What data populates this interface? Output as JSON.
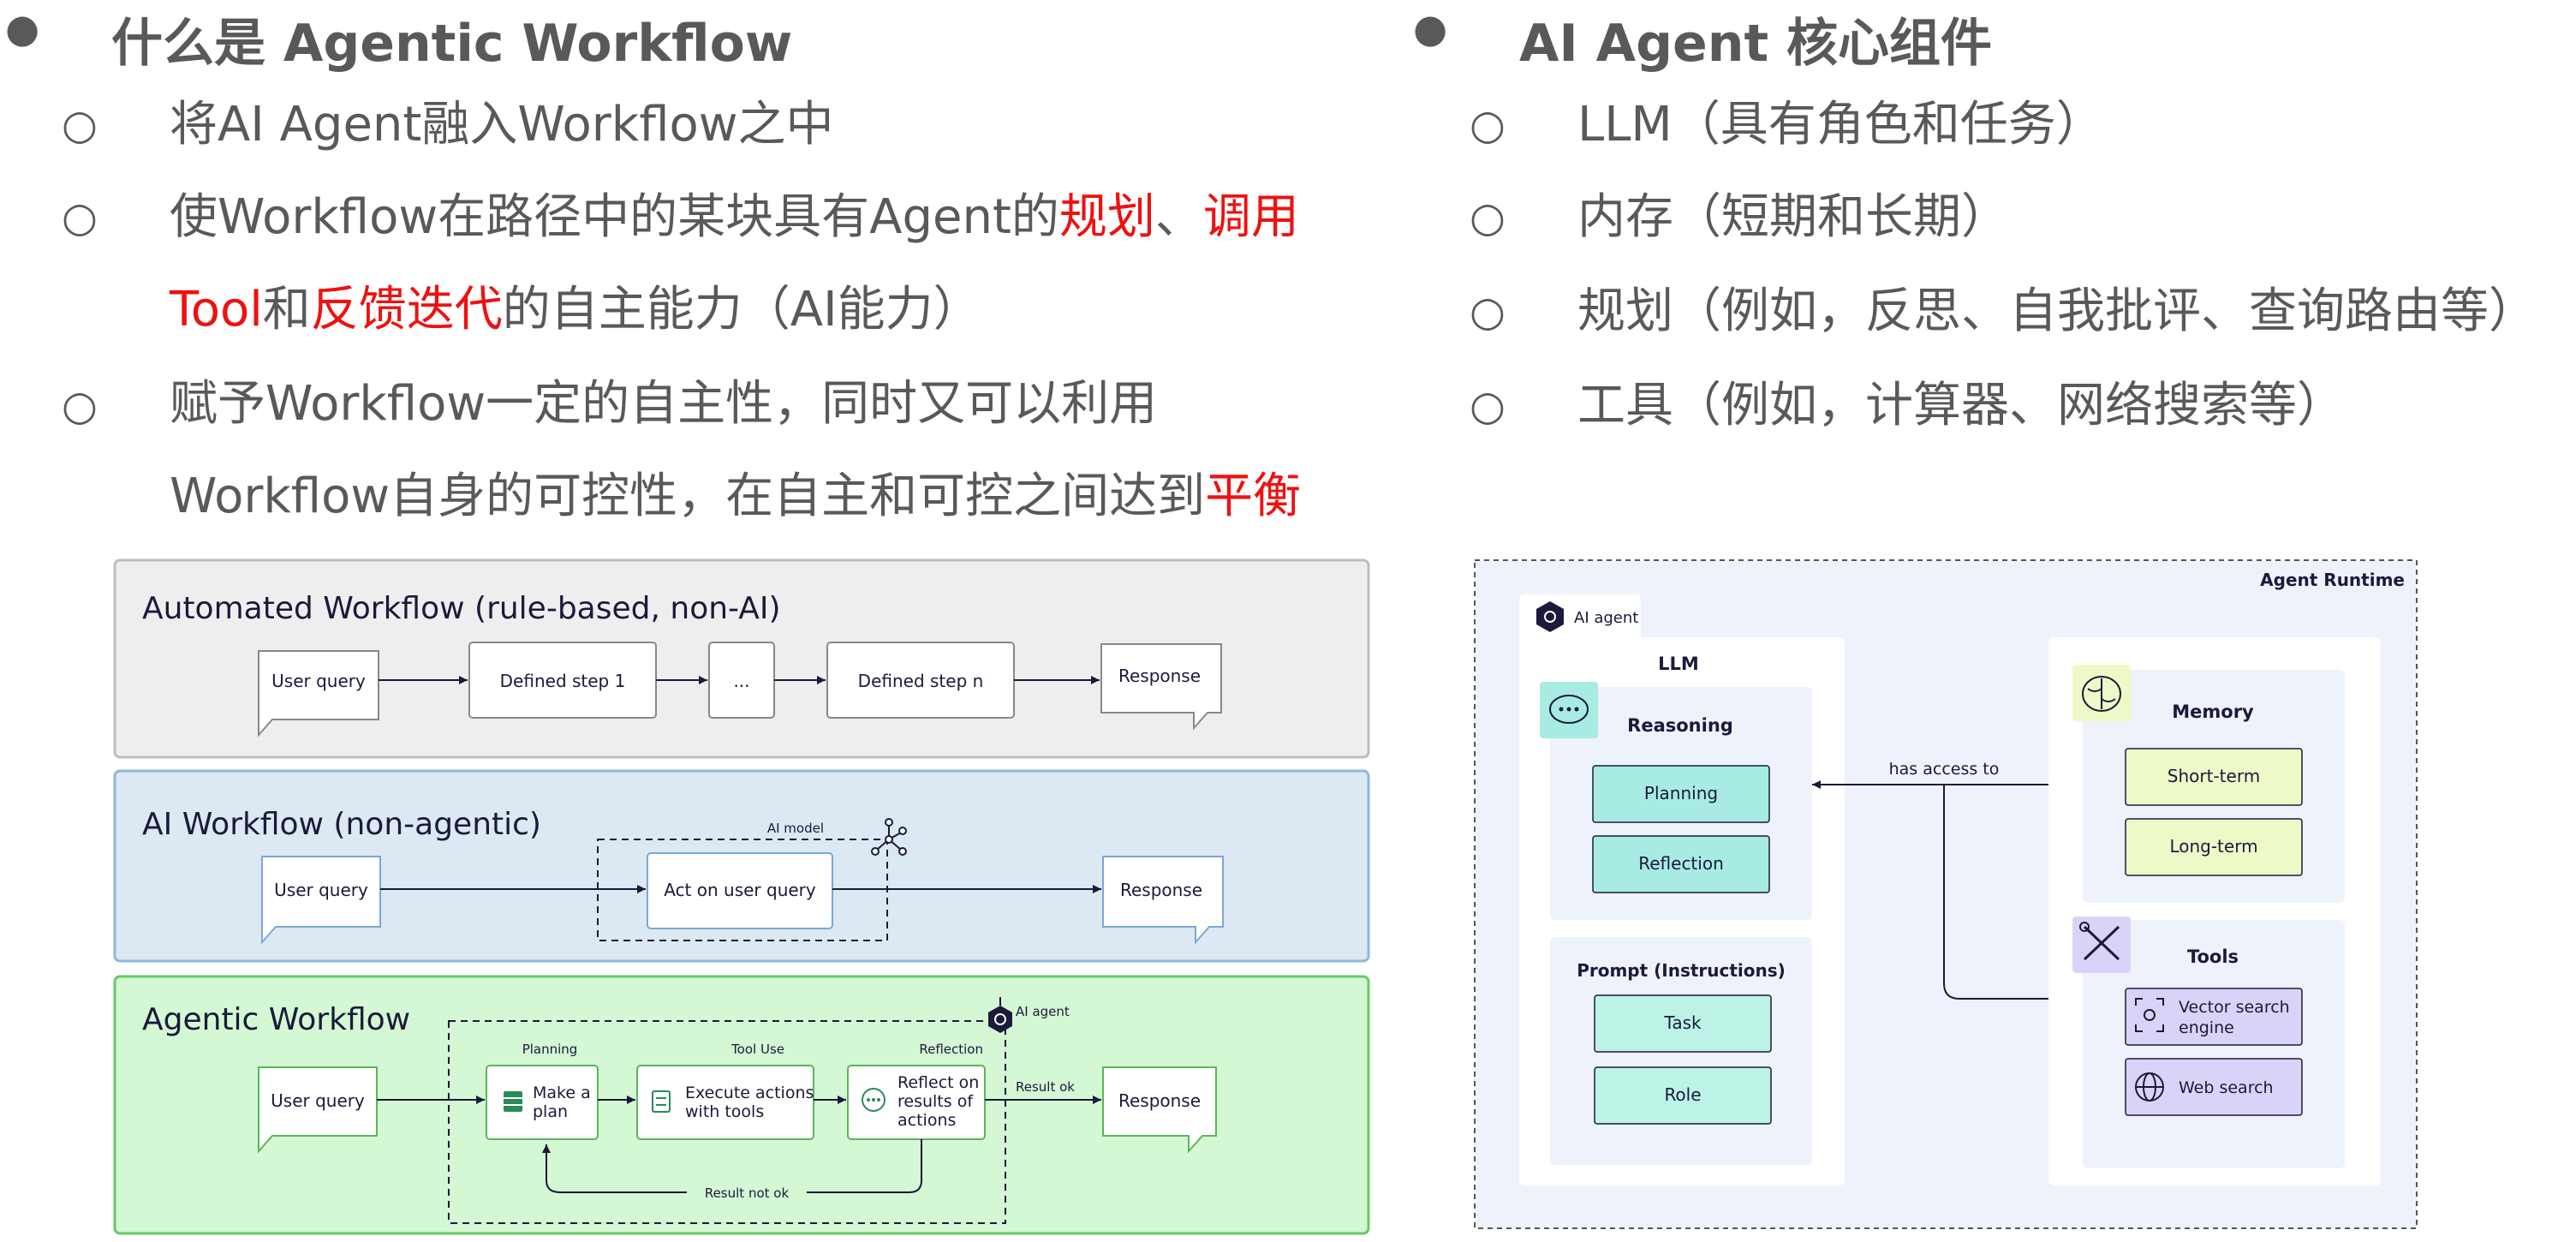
{
  "left": {
    "heading_prefix": "什么是",
    "heading_en": "Agentic Workflow",
    "items": [
      {
        "text": "将AI Agent融入Workflow之中"
      },
      {
        "line1_a": "使Workflow在路径中的某块具有Agent的",
        "line1_r1": "规划",
        "line1_sep": "、",
        "line1_r2": "调用",
        "line2_r3": "Tool",
        "line2_b": "和",
        "line2_r4": "反馈迭代",
        "line2_c": "的自主能力（AI能力）"
      },
      {
        "line1": "赋予Workflow一定的自主性，同时又可以利用",
        "line2_a": "Workflow自身的可控性，在自主和可控之间达到",
        "line2_r": "平衡"
      }
    ]
  },
  "right": {
    "heading_en": "AI Agent",
    "heading_cn": "核心组件",
    "items": [
      "LLM（具有角色和任务）",
      "内存（短期和长期）",
      "规划（例如，反思、自我批评、查询路由等）",
      "工具（例如，计算器、网络搜索等）"
    ]
  },
  "left_diagram": {
    "automated": {
      "title": "Automated Workflow (rule-based, non-AI)",
      "user_query": "User query",
      "step1": "Defined step 1",
      "ellipsis": "...",
      "stepn": "Defined step n",
      "response": "Response"
    },
    "ai_workflow": {
      "title": "AI Workflow (non-agentic)",
      "user_query": "User query",
      "act": "Act on user query",
      "model_label": "AI model",
      "response": "Response"
    },
    "agentic": {
      "title": "Agentic Workflow",
      "user_query": "User query",
      "planning_label": "Planning",
      "make_plan_1": "Make a",
      "make_plan_2": "plan",
      "tooluse_label": "Tool Use",
      "execute_1": "Execute actions",
      "execute_2": "with tools",
      "reflection_label": "Reflection",
      "reflect_1": "Reflect on",
      "reflect_2": "results of",
      "reflect_3": "actions",
      "agent_label": "AI agent",
      "result_ok": "Result ok",
      "result_not_ok": "Result not ok",
      "response": "Response"
    },
    "colors": {
      "automated_bg": "#eeeeee",
      "ai_bg": "#dce8f2",
      "agentic_bg": "#d4f7d4"
    }
  },
  "right_diagram": {
    "runtime_label": "Agent Runtime",
    "agent_tab": "AI agent",
    "llm_label": "LLM",
    "reasoning": "Reasoning",
    "planning": "Planning",
    "reflection": "Reflection",
    "prompt": "Prompt (Instructions)",
    "task": "Task",
    "role": "Role",
    "has_access": "has access to",
    "memory": "Memory",
    "short_term": "Short-term",
    "long_term": "Long-term",
    "tools": "Tools",
    "vector_1": "Vector search",
    "vector_2": "engine",
    "web_search": "Web search",
    "colors": {
      "teal": "#a7ebe3",
      "yellow": "#eef9c8",
      "purple": "#d9d4f7",
      "panel": "#eef2fb"
    }
  }
}
